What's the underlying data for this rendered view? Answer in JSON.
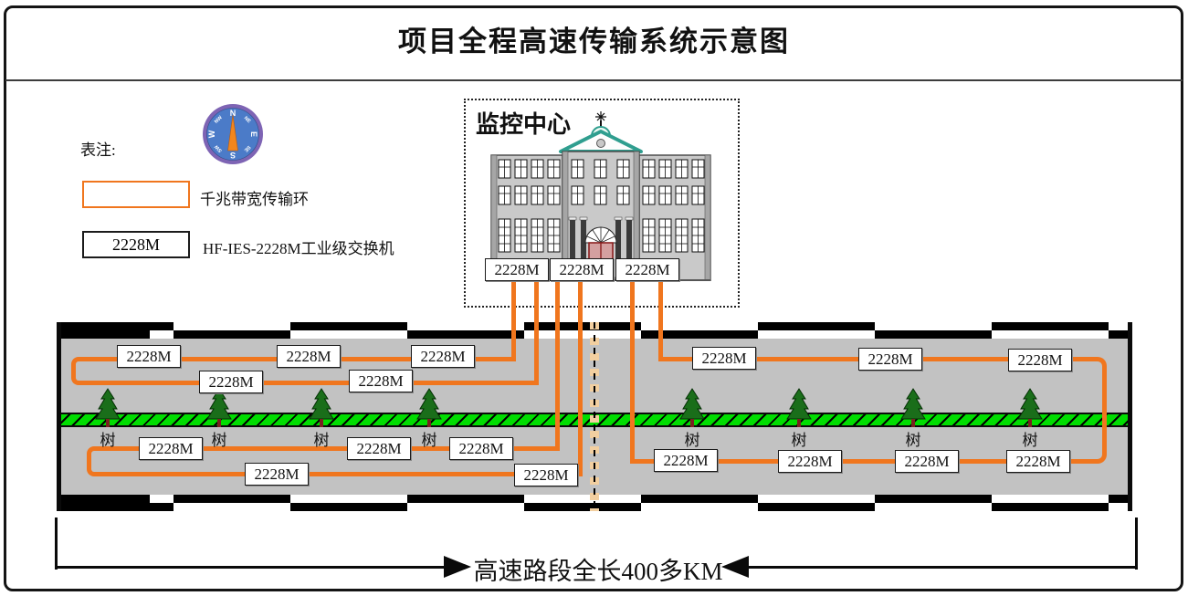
{
  "title": "项目全程高速传输系统示意图",
  "legend": {
    "heading": "表注:",
    "ring_item_label": "千兆带宽传输环",
    "switch_item_label": "HF-IES-2228M工业级交换机",
    "switch_model": "2228M"
  },
  "compass": {
    "n": "N",
    "ne": "NE",
    "e": "E",
    "se": "SE",
    "s": "S",
    "sw": "SW",
    "w": "W",
    "nw": "NW"
  },
  "monitoring_center": {
    "title": "监控中心"
  },
  "road": {
    "tree_label": "树"
  },
  "footer": {
    "total_length": "高速路段全长400多KM"
  },
  "colors": {
    "orange": "#F0761E",
    "road-gray": "#C2C2C2",
    "median-green": "#00DD00",
    "divider-tan": "#F2CFA0",
    "tree-green": "#1A6E1A",
    "trunk-brown": "#7A2121",
    "compass-blue": "#4B7BC8",
    "compass-rim": "#7E64B4",
    "building-gray": "#C9C9C9",
    "quoin-gray": "#A6A6A6",
    "pediment-teal": "#2F9E8F",
    "door-red": "#8B2020"
  }
}
